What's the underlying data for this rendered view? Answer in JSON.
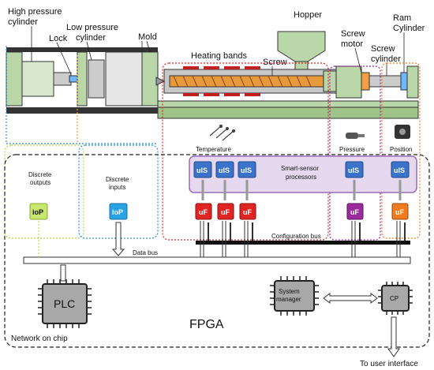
{
  "labels": {
    "high_pressure_cylinder": [
      "High pressure",
      "cylinder"
    ],
    "lock": "Lock",
    "low_pressure_cylinder": [
      "Low pressure",
      "cylinder"
    ],
    "mold": "Mold",
    "heating_bands": "Heating bands",
    "hopper": "Hopper",
    "screw": "Screw",
    "screw_motor": [
      "Screw",
      "motor"
    ],
    "screw_cylinder": [
      "Screw",
      "cylinder"
    ],
    "ram_cylinder": [
      "Ram",
      "Cylinder"
    ],
    "temperature": "Temperature",
    "pressure": "Pressure",
    "position": "Position",
    "discrete_outputs": [
      "Discrete",
      "outputs"
    ],
    "discrete_inputs": [
      "Discrete",
      "inputs"
    ],
    "smart_sensor": [
      "Smart-sensor",
      "processors"
    ],
    "configuration_bus": "Configuration bus",
    "data_bus": "Data bus",
    "plc": "PLC",
    "system_manager": [
      "System",
      "manager"
    ],
    "cp": "CP",
    "fpga": "FPGA",
    "network_on_chip": "Network on chip",
    "to_user_interface": "To user interface",
    "iop": "ioP",
    "uis": "uIS",
    "uf": "uF"
  },
  "colors": {
    "iop_out": "#c8e66b",
    "iop_in": "#2aa3e6",
    "uis": "#3a73c9",
    "uf_temp": "#e02424",
    "uf_press": "#9b2a9e",
    "uf_pos": "#ef7b1e",
    "machine_green": "#b9d7a8",
    "smart_sensor_box": "#e6d8ee"
  }
}
